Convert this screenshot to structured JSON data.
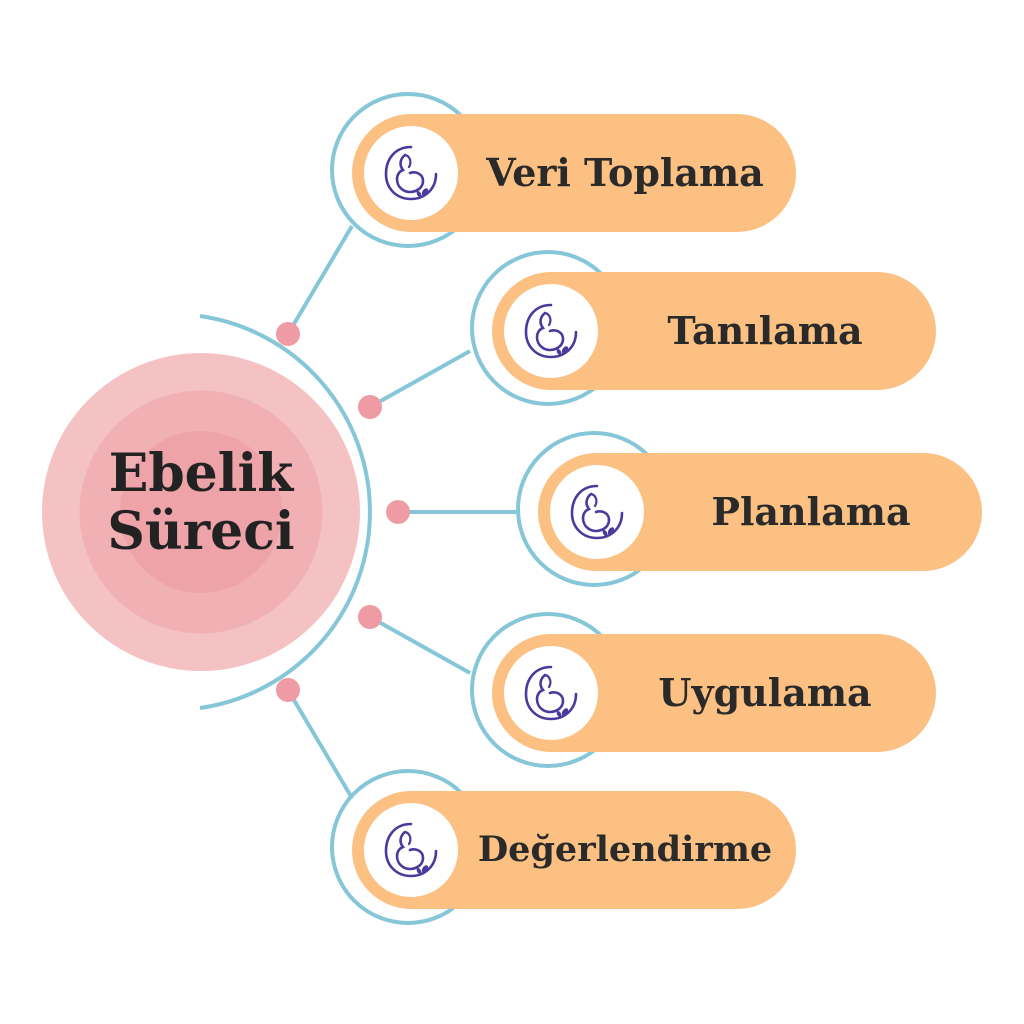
{
  "hub": {
    "line1": "Ebelik",
    "line2": "Süreci"
  },
  "steps": [
    {
      "label": "Veri Toplama"
    },
    {
      "label": "Tanılama"
    },
    {
      "label": "Planlama"
    },
    {
      "label": "Uygulama"
    },
    {
      "label": "Değerlendirme"
    }
  ],
  "icon": "pregnancy-logo-icon",
  "colors": {
    "hub_inner": "#eda3a8",
    "hub_outer": "#f8d2d3",
    "pill": "#fcc083",
    "ring": "#86c6d9",
    "node": "#ee9ba3",
    "icon": "#4b3a9c",
    "text": "#2a2a2a"
  }
}
